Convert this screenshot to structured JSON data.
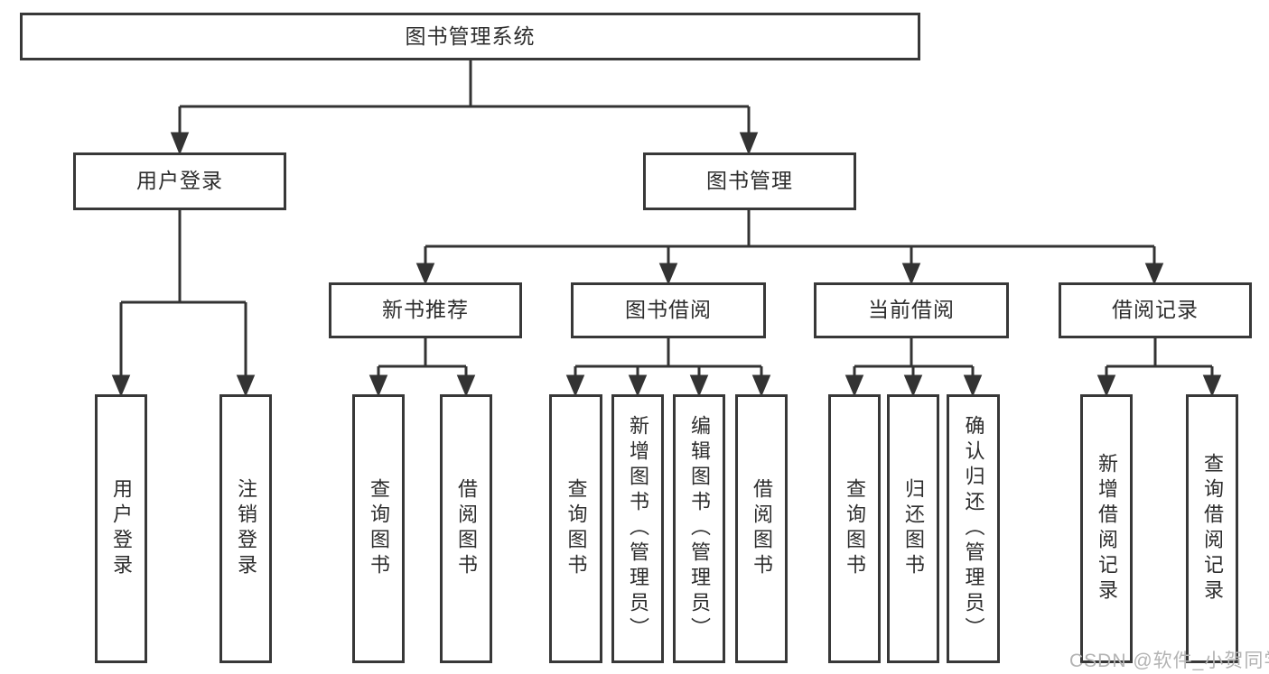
{
  "diagram": {
    "title": "图书管理系统",
    "colors": {
      "box_border": "#383838",
      "connector_line": "#333333",
      "node_text": "#2d2d2d",
      "watermark_text": "#b3b3b3",
      "background": "#ffffff"
    },
    "tree": {
      "label": "图书管理系统",
      "children": [
        {
          "label": "用户登录",
          "children": [
            {
              "label": "用户登录"
            },
            {
              "label": "注销登录"
            }
          ]
        },
        {
          "label": "图书管理",
          "children": [
            {
              "label": "新书推荐",
              "children": [
                {
                  "label": "查询图书"
                },
                {
                  "label": "借阅图书"
                }
              ]
            },
            {
              "label": "图书借阅",
              "children": [
                {
                  "label": "查询图书"
                },
                {
                  "label": "新增图书（管理员）"
                },
                {
                  "label": "编辑图书（管理员）"
                },
                {
                  "label": "借阅图书"
                }
              ]
            },
            {
              "label": "当前借阅",
              "children": [
                {
                  "label": "查询图书"
                },
                {
                  "label": "归还图书"
                },
                {
                  "label": "确认归还（管理员）"
                }
              ]
            },
            {
              "label": "借阅记录",
              "children": [
                {
                  "label": "新增借阅记录"
                },
                {
                  "label": "查询借阅记录"
                }
              ]
            }
          ]
        }
      ]
    }
  },
  "watermark": {
    "text": "CSDN @软件_小贺同学"
  }
}
